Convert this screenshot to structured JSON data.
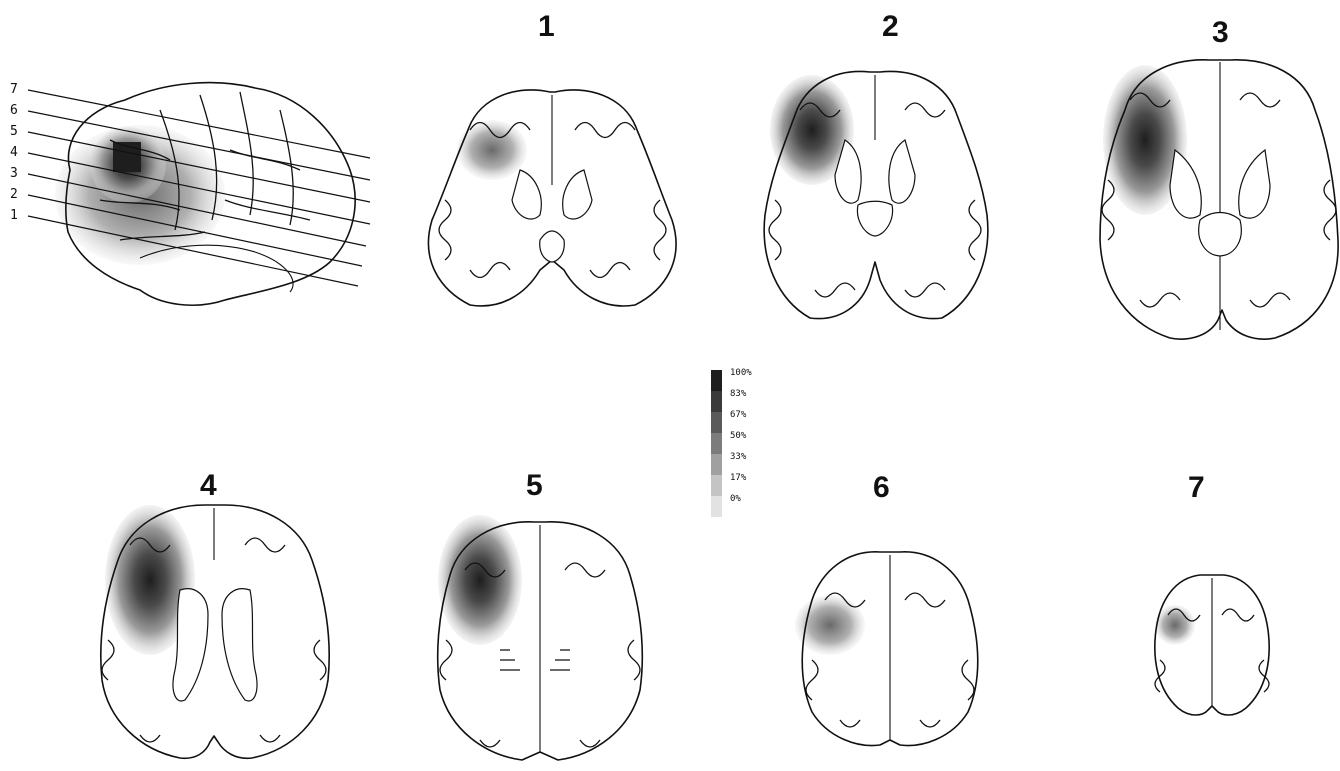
{
  "figure": {
    "slice_numbers": [
      "1",
      "2",
      "3",
      "4",
      "5",
      "6",
      "7"
    ],
    "lateral_view_labels": [
      "7",
      "6",
      "5",
      "4",
      "3",
      "2",
      "1"
    ]
  },
  "legend": {
    "levels": [
      {
        "label": "100%",
        "color": "#1e1e1e"
      },
      {
        "label": "83%",
        "color": "#3a3a3a"
      },
      {
        "label": "67%",
        "color": "#5a5a5a"
      },
      {
        "label": "50%",
        "color": "#7c7c7c"
      },
      {
        "label": "33%",
        "color": "#a0a0a0"
      },
      {
        "label": "17%",
        "color": "#c4c4c4"
      },
      {
        "label": "0%",
        "color": "#e2e2e2"
      }
    ]
  }
}
